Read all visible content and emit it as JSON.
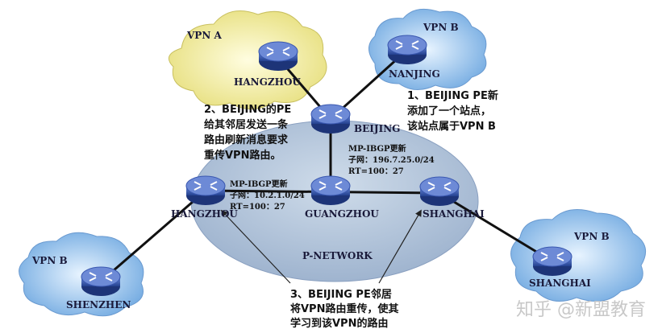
{
  "clouds": {
    "vpn_a": "VPN A",
    "vpn_b_top": "VPN B",
    "vpn_b_right": "VPN B",
    "vpn_b_left": "VPN B"
  },
  "network_label": "P-NETWORK",
  "routers": {
    "hangzhou_ce": "HANGZHOU",
    "nanjing": "NANJING",
    "beijing": "BEIJING",
    "hangzhou_pe": "HANGZHOU",
    "guangzhou": "GUANGZHOU",
    "shanghai_pe": "SHANGHAI",
    "shenzhen": "SHENZHEN",
    "shanghai_ce": "SHANGHAI"
  },
  "notes": {
    "step1": [
      "1、BEIJING PE新",
      "添加了一个站点，",
      "该站点属于VPN B"
    ],
    "step2": [
      "2、BEIJING的PE",
      "给其邻居发送一条",
      "路由刷新消息要求",
      "重传VPN路由。"
    ],
    "step3": [
      "3、BEIJING PE邻居",
      "将VPN路由重传，使其",
      "学习到该VPN的路由"
    ]
  },
  "updates": {
    "beijing": [
      "MP-IBGP更新",
      "子网：196.7.25.0/24",
      "RT=100：27"
    ],
    "hangzhou": [
      "MP-IBGP更新",
      "子网：10.2.1.0/24",
      "RT=100：27"
    ]
  },
  "watermark": "知乎 @新盟教育",
  "colors": {
    "network": "#b7c8dc",
    "vpn_a": "#f2eca0",
    "vpn_b": "#a9cdf0",
    "router": "#3a58b0"
  }
}
